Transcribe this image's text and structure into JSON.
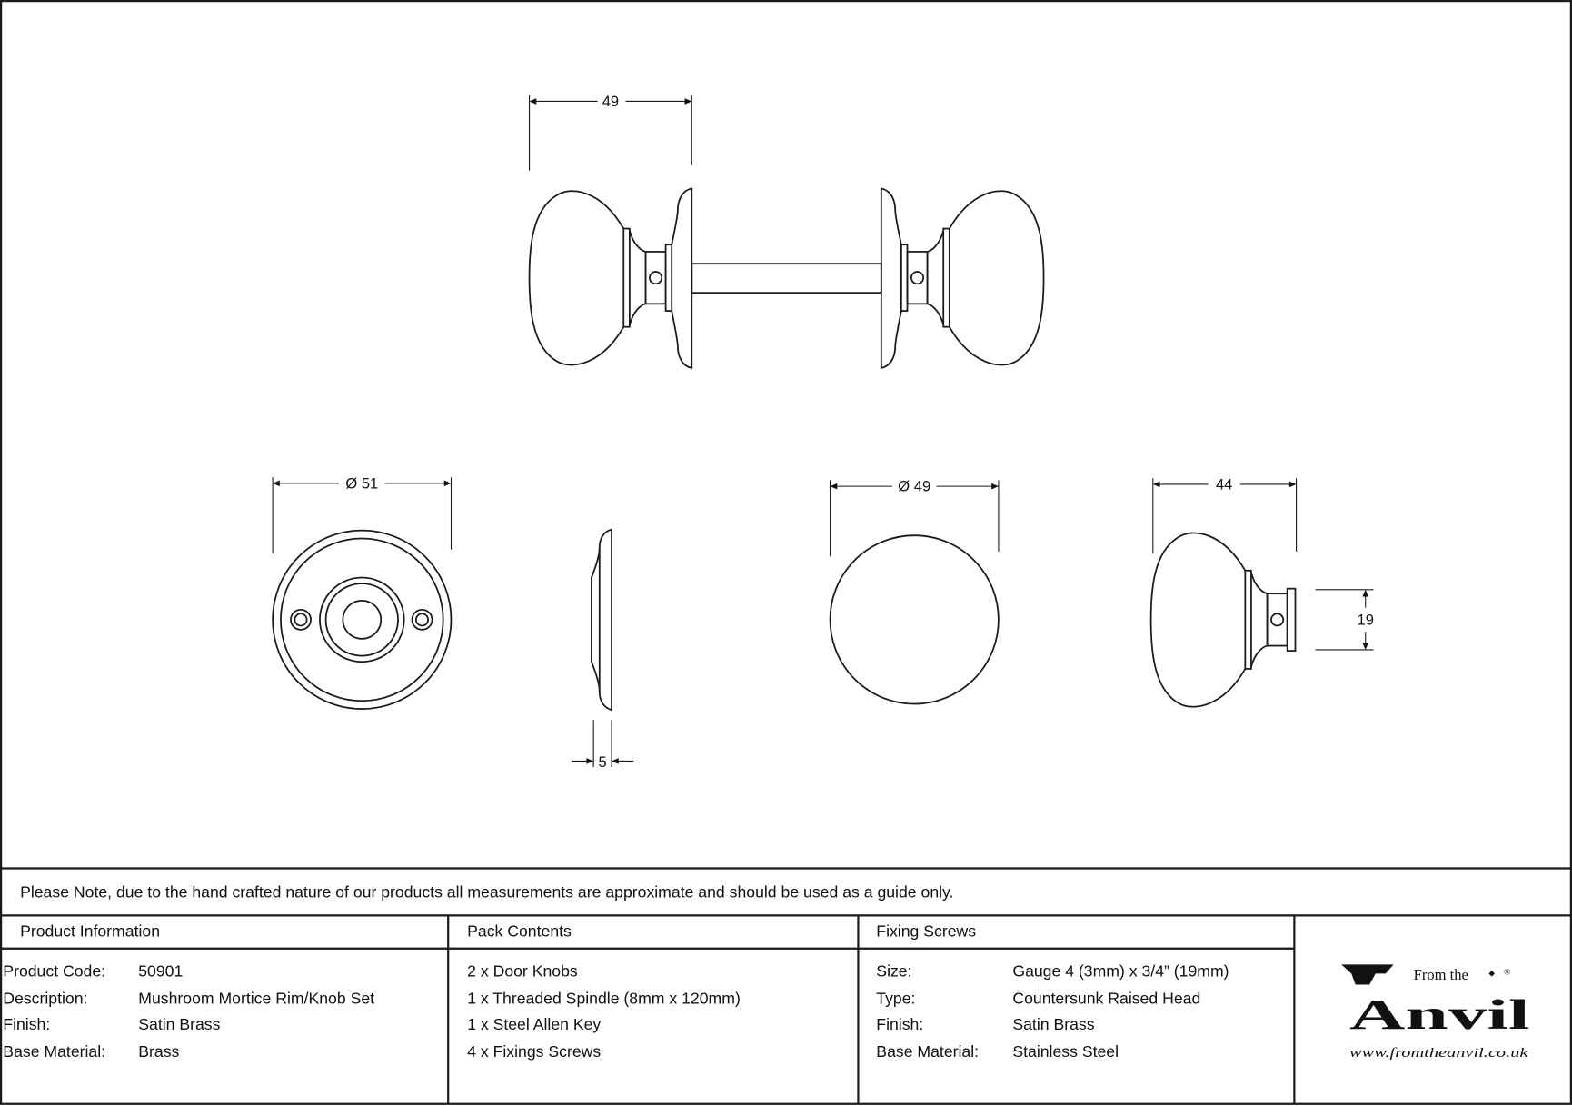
{
  "dimensions": {
    "knob_length": "49",
    "rose_diameter": "Ø 51",
    "rose_depth": "5",
    "knob_diameter": "Ø 49",
    "knob_side_length": "44",
    "neck_height": "19"
  },
  "note": "Please Note, due to the hand crafted nature of our products all measurements are approximate and should be used as a guide only.",
  "product_information": {
    "heading": "Product Information",
    "rows": [
      {
        "label": "Product Code:",
        "value": "50901"
      },
      {
        "label": "Description:",
        "value": "Mushroom Mortice Rim/Knob Set"
      },
      {
        "label": "Finish:",
        "value": "Satin Brass"
      },
      {
        "label": "Base Material:",
        "value": "Brass"
      }
    ]
  },
  "pack_contents": {
    "heading": "Pack Contents",
    "items": [
      "2 x Door Knobs",
      "1 x Threaded Spindle (8mm x 120mm)",
      "1 x Steel Allen Key",
      "4 x Fixings Screws"
    ]
  },
  "fixing_screws": {
    "heading": "Fixing Screws",
    "rows": [
      {
        "label": "Size:",
        "value": "Gauge 4 (3mm) x 3/4” (19mm)"
      },
      {
        "label": "Type:",
        "value": "Countersunk Raised Head"
      },
      {
        "label": "Finish:",
        "value": "Satin Brass"
      },
      {
        "label": "Base Material:",
        "value": "Stainless Steel"
      }
    ]
  },
  "logo": {
    "top": "From the",
    "main": "Anvil",
    "url": "www.fromtheanvil.co.uk",
    "registered": "®"
  }
}
